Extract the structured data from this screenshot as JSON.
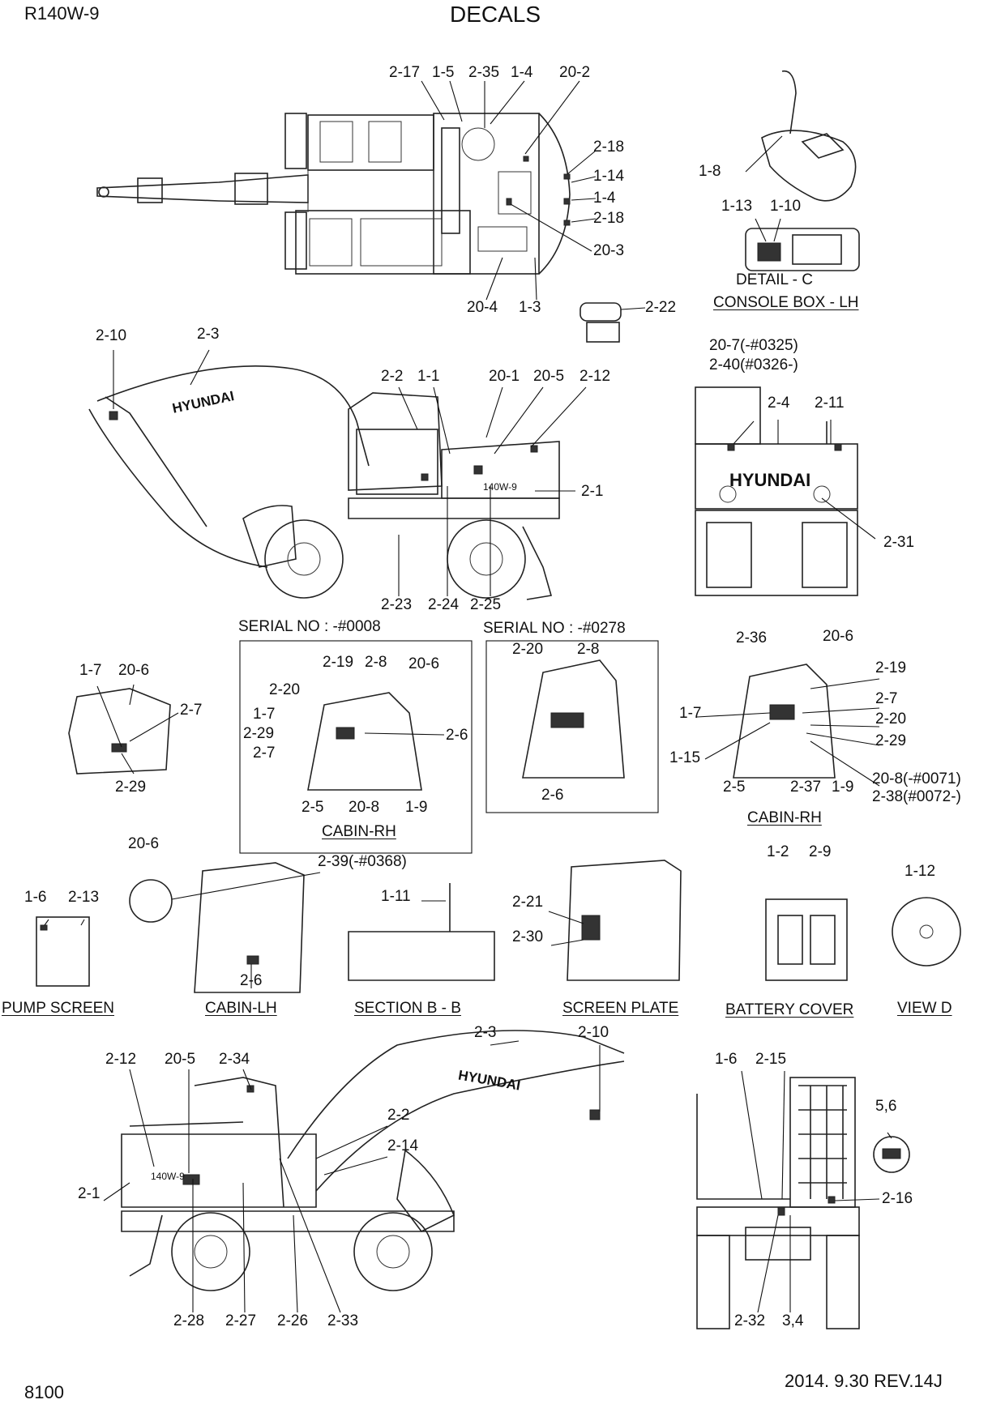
{
  "header": {
    "model": "R140W-9",
    "title": "DECALS",
    "page_number": "8100",
    "revision": "2014. 9.30  REV.14J"
  },
  "views": {
    "console_detail": "DETAIL - C",
    "console_box": "CONSOLE BOX - LH",
    "serial_box_a": "SERIAL NO : -#0008",
    "serial_box_b": "SERIAL NO : -#0278",
    "cabin_rh_a": "CABIN-RH",
    "cabin_rh_b": "CABIN-RH",
    "pump_screen": "PUMP SCREEN",
    "cabin_lh": "CABIN-LH",
    "section_bb": "SECTION B - B",
    "screen_plate": "SCREEN PLATE",
    "battery_cover": "BATTERY COVER",
    "view_d": "VIEW  D"
  },
  "brand": "HYUNDAI",
  "model_decal": "140W-9",
  "callouts": [
    "2-17",
    "1-5",
    "2-35",
    "1-4",
    "20-2",
    "2-18",
    "1-14",
    "1-4",
    "2-18",
    "20-3",
    "20-4",
    "1-3",
    "1-8",
    "1-13",
    "1-10",
    "2-22",
    "2-10",
    "2-3",
    "2-2",
    "1-1",
    "20-1",
    "20-5",
    "2-12",
    "2-1",
    "2-23",
    "2-24",
    "2-25",
    "20-7(-#0325)",
    "2-40(#0326-)",
    "2-4",
    "2-11",
    "2-31",
    "1-7",
    "20-6",
    "2-7",
    "2-29",
    "2-19",
    "2-8",
    "20-6",
    "2-20",
    "1-7",
    "2-29",
    "2-7",
    "2-6",
    "2-5",
    "20-8",
    "1-9",
    "2-20",
    "2-8",
    "2-6",
    "2-36",
    "20-6",
    "2-19",
    "2-7",
    "1-7",
    "2-20",
    "2-29",
    "1-15",
    "2-5",
    "2-37",
    "1-9",
    "20-8(-#0071)",
    "2-38(#0072-)",
    "20-6",
    "1-6",
    "2-13",
    "2-39(-#0368)",
    "2-6",
    "1-11",
    "2-21",
    "2-30",
    "1-2",
    "2-9",
    "1-12",
    "2-12",
    "20-5",
    "2-34",
    "2-3",
    "2-10",
    "2-2",
    "2-14",
    "2-1",
    "2-28",
    "2-27",
    "2-26",
    "2-33",
    "1-6",
    "2-15",
    "5,6",
    "2-16",
    "2-32",
    "3,4"
  ]
}
